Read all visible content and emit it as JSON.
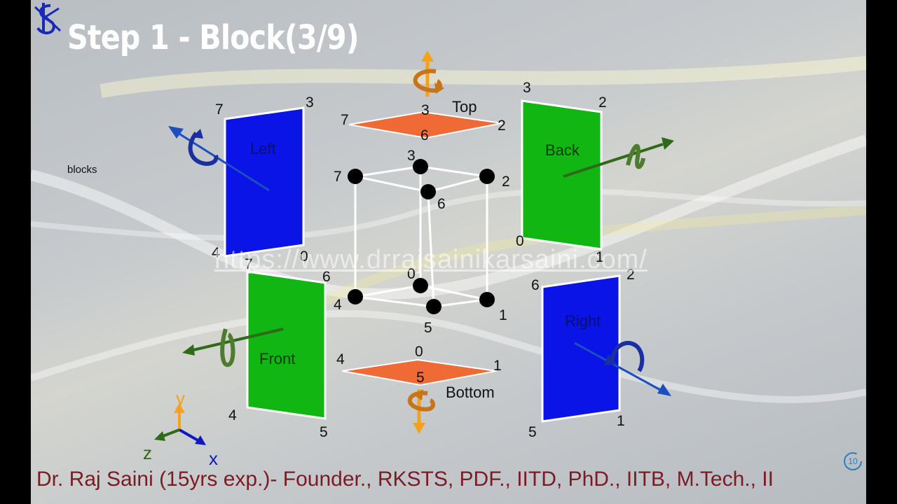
{
  "slide": {
    "title": "Step 1 - Block(3/9)",
    "side_note": "blocks",
    "watermark": "https://www.drrajsainikarsaini.com/",
    "footer": "Dr. Raj Saini (15yrs exp.)- Founder., RKSTS, PDF., IITD, PhD., IITB, M.Tech., II",
    "slide_number": "10"
  },
  "faces": {
    "top": "Top",
    "bottom": "Bottom",
    "left": "Left",
    "right": "Right",
    "front": "Front",
    "back": "Back"
  },
  "axes": {
    "x": "x",
    "y": "y",
    "z": "z"
  },
  "vertex_labels": {
    "top_face": [
      "7",
      "3",
      "2",
      "6"
    ],
    "bottom_face": [
      "4",
      "0",
      "1",
      "5"
    ],
    "left_face": [
      "7",
      "3",
      "4",
      "0"
    ],
    "back_face": [
      "3",
      "2",
      "0",
      "1"
    ],
    "front_face": [
      "7",
      "6",
      "4",
      "5"
    ],
    "right_face": [
      "6",
      "2",
      "5",
      "1"
    ],
    "cube": [
      "7",
      "3",
      "2",
      "6",
      "0",
      "4",
      "5",
      "1"
    ]
  },
  "colors": {
    "orange_face": "#f06a35",
    "blue_face": "#0a14e6",
    "green_face": "#12b612",
    "arrow_orange": "#f4a21c",
    "arrow_green": "#2f6a18",
    "arrow_blue": "#1c4ec0"
  }
}
